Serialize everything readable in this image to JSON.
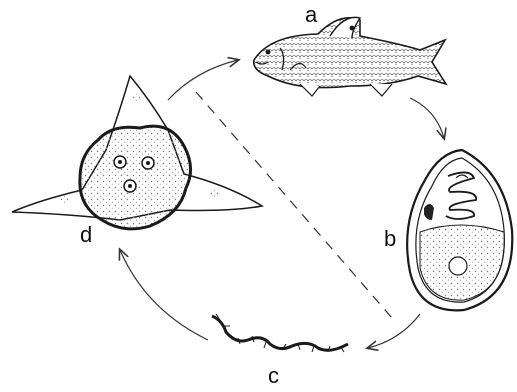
{
  "labels": {
    "a": "a",
    "b": "b",
    "c": "c",
    "d": "d"
  },
  "colors": {
    "ink": "#1a1a1a",
    "paper": "#ffffff",
    "stipple": "#9a9a9a",
    "arrow": "#444444"
  }
}
